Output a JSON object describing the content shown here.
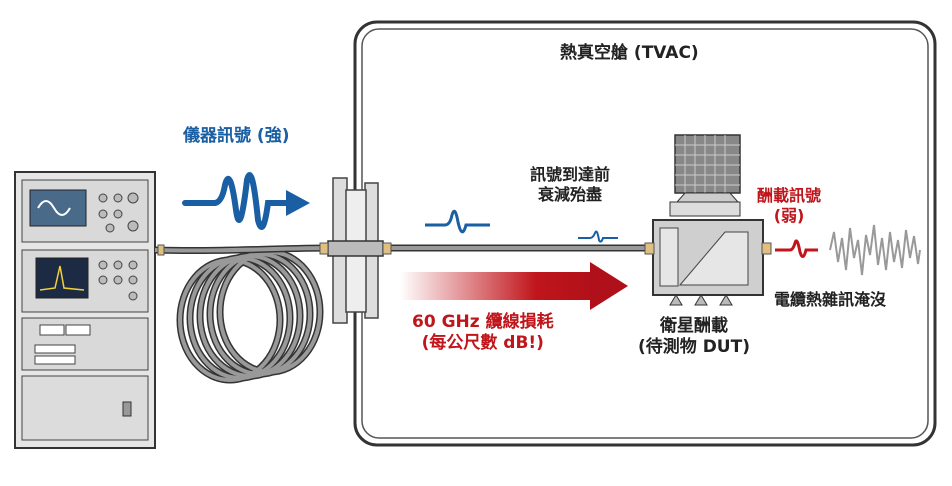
{
  "chamber_title": "熱真空艙 (TVAC)",
  "instrument_signal": "儀器訊號 (強)",
  "attenuated": [
    "訊號到達前",
    "衰減殆盡"
  ],
  "cable_loss": [
    "60 GHz 纜線損耗",
    "(每公尺數 dB!)"
  ],
  "payload_signal": [
    "酬載訊號",
    "(弱)"
  ],
  "noise_label": "電纜熱雜訊淹沒",
  "dut": [
    "衛星酬載",
    "(待測物 DUT)"
  ],
  "colors": {
    "blue": "#1a5fa3",
    "red": "#c0151b",
    "gray": "#888888"
  }
}
